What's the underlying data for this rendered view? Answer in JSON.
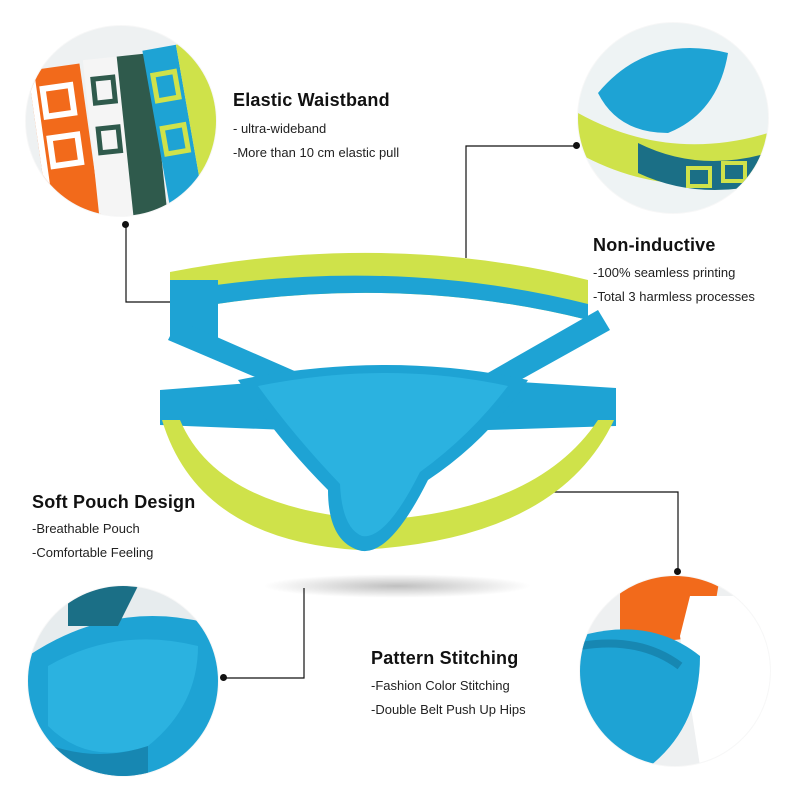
{
  "colors": {
    "accent_blue": "#1ea3d4",
    "lime": "#cfe24a",
    "band_dark": "#1b6f86",
    "orange": "#f26a1b",
    "green": "#2f5a4c"
  },
  "features": [
    {
      "title": "Elastic Waistband",
      "lines": [
        "- ultra-wideband",
        "-More than 10 cm elastic pull"
      ]
    },
    {
      "title": "Non-inductive",
      "lines": [
        "-100% seamless printing",
        "-Total 3 harmless processes"
      ]
    },
    {
      "title": "Soft Pouch Design",
      "lines": [
        "-Breathable Pouch",
        "-Comfortable Feeling"
      ]
    },
    {
      "title": "Pattern Stitching",
      "lines": [
        "-Fashion Color Stitching",
        "-Double Belt Push Up Hips"
      ]
    }
  ]
}
